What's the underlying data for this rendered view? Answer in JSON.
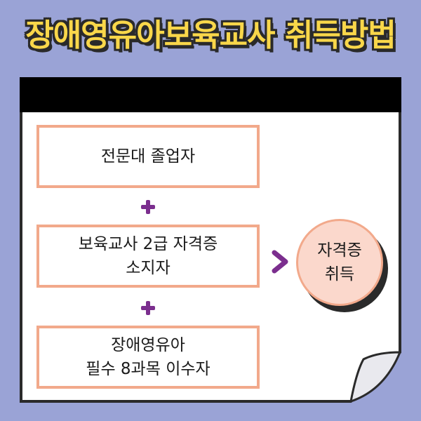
{
  "title": "장애영유아보육교사 취득방법",
  "steps": [
    {
      "lines": [
        "전문대 졸업자"
      ]
    },
    {
      "lines": [
        "보육교사 2급 자격증",
        "소지자"
      ]
    },
    {
      "lines": [
        "장애영유아",
        "필수 8과목 이수자"
      ]
    }
  ],
  "result": {
    "lines": [
      "자격증",
      "취득"
    ]
  },
  "icons": {
    "plus": "plus-icon",
    "chevron": "chevron-right-icon"
  },
  "colors": {
    "background": "#9aa3d6",
    "title": "#f9d74a",
    "border": "#f2a98b",
    "accent": "#7b2e8e",
    "result_fill": "#fbd8cc"
  }
}
